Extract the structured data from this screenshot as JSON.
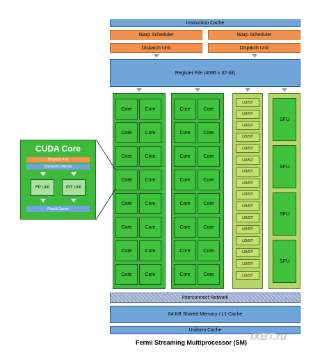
{
  "instruction_cache": "Instruction Cache",
  "warp_schedulers": [
    "Warp Scheduler",
    "Warp Scheduler"
  ],
  "dispatch_units": [
    "Dispatch Unit",
    "Dispatch Unit"
  ],
  "register_file": "Register File (4096 x 32-bit)",
  "core_label": "Core",
  "ldst_label": "LD/ST",
  "sfu_label": "SFU",
  "interconnect": "Interconnect Network",
  "shared_memory": "64 KB Shared Memory / L1 Cache",
  "uniform_cache": "Uniform Cache",
  "caption": "Fermi Streaming Multiprocessor (SM)",
  "cuda_core": {
    "title": "CUDA Core",
    "dispatch_port": "Dispatch Port",
    "operand_collector": "Operand Collector",
    "fp_unit": "FP Unit",
    "int_unit": "INT Unit",
    "result_queue": "Result Queue"
  },
  "watermark": "iXBT.ru",
  "colors": {
    "blue": "#6fa5d8",
    "orange": "#f1914c",
    "green": "#3ebb3c",
    "light_green": "#b6d56c"
  }
}
